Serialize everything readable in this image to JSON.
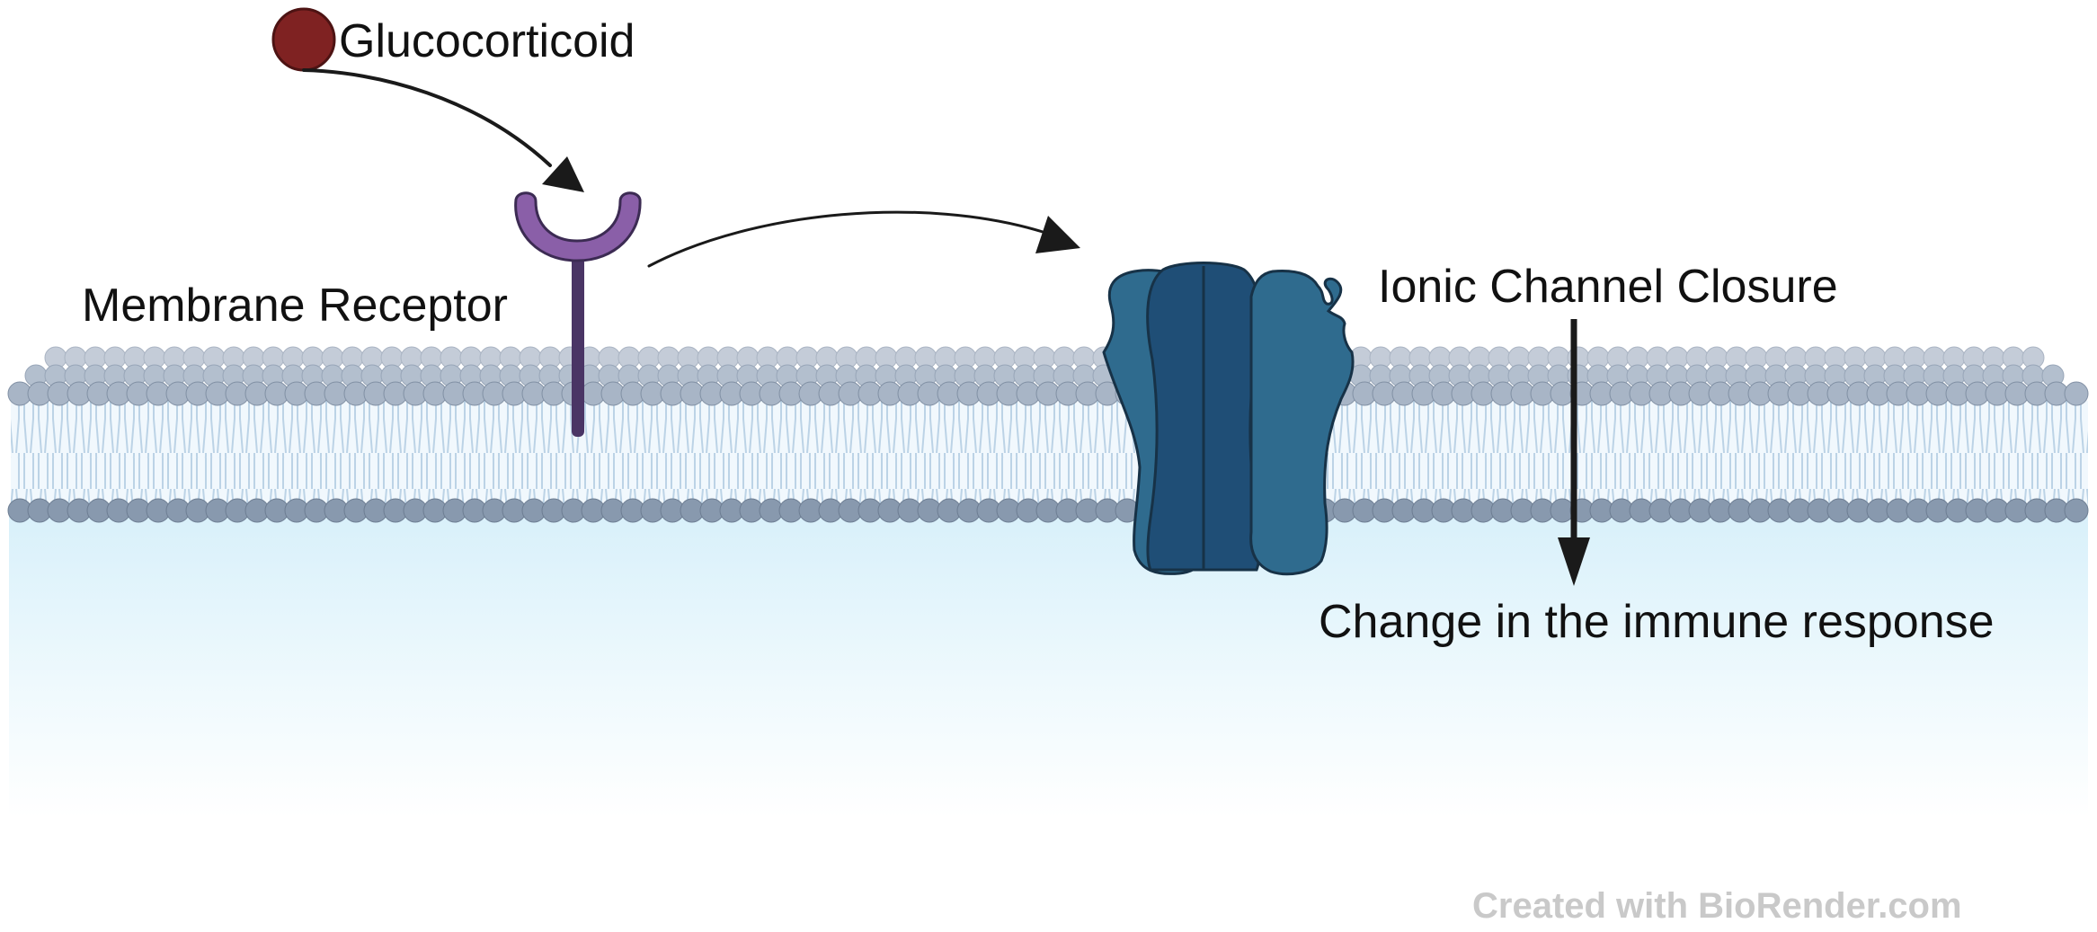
{
  "labels": {
    "glucocorticoid": "Glucocorticoid",
    "membrane_receptor": "Membrane Receptor",
    "ionic_channel_closure": "Ionic Channel Closure",
    "immune_response": "Change in the immune response"
  },
  "credit": "Created with BioRender.com",
  "colors": {
    "ligand": "#7f2222",
    "receptor": "#8a5fa8",
    "receptor_stem": "#4a3565",
    "channel_outer": "#2f6b8e",
    "channel_inner": "#1f4e76",
    "lipid_head_upper": "#a8b5c6",
    "lipid_head_lower": "#8899ae",
    "cytoplasm": "#e6f6fc",
    "arrow": "#1a1a1a"
  }
}
